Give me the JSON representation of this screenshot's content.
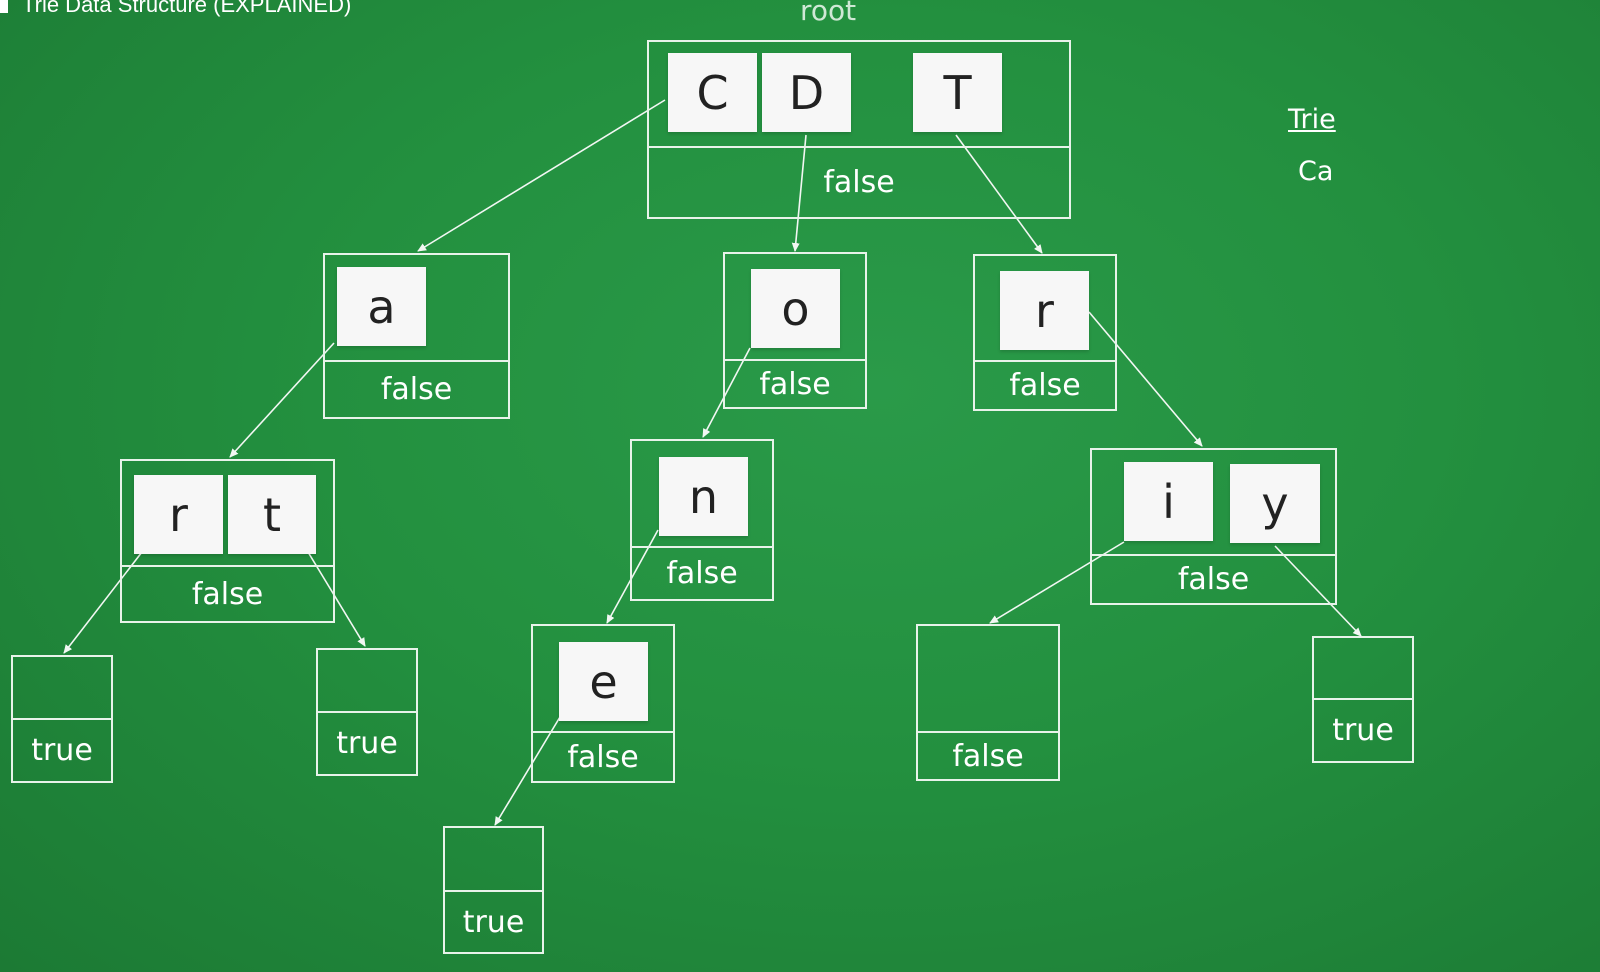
{
  "video_title": "Trie Data Structure (EXPLAINED)",
  "root_label": "root",
  "legend": {
    "trie_word": "Trie",
    "typed": "Ca"
  },
  "nodes": {
    "root": {
      "letters": [
        "C",
        "D",
        "T"
      ],
      "end_flag": "false"
    },
    "a": {
      "letters": [
        "a"
      ],
      "end_flag": "false"
    },
    "o": {
      "letters": [
        "o"
      ],
      "end_flag": "false"
    },
    "r1": {
      "letters": [
        "r"
      ],
      "end_flag": "false"
    },
    "rt": {
      "letters": [
        "r",
        "t"
      ],
      "end_flag": "false"
    },
    "n": {
      "letters": [
        "n"
      ],
      "end_flag": "false"
    },
    "iy": {
      "letters": [
        "i",
        "y"
      ],
      "end_flag": "false"
    },
    "car": {
      "letters": [],
      "end_flag": "true"
    },
    "cat": {
      "letters": [],
      "end_flag": "true"
    },
    "e": {
      "letters": [
        "e"
      ],
      "end_flag": "false"
    },
    "trie_end": {
      "letters": [],
      "end_flag": "false"
    },
    "try": {
      "letters": [],
      "end_flag": "true"
    },
    "done": {
      "letters": [],
      "end_flag": "true"
    }
  }
}
